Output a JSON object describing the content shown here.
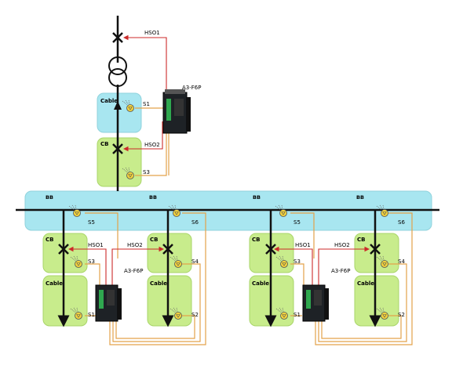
{
  "diagram": {
    "zones": {
      "cable_top": "Cable",
      "cb_top": "CB",
      "bb": "BB",
      "cb": "CB",
      "cable": "Cable"
    },
    "devices": {
      "relay_top": "A3-F6P",
      "relay_left": "A3-F6P",
      "relay_right": "A3-F6P"
    },
    "sensors": {
      "s1": "S1",
      "s2": "S2",
      "s3": "S3",
      "s4": "S4",
      "s5": "S5",
      "s6": "S6"
    },
    "outputs": {
      "hso1": "HSO1",
      "hso2": "HSO2"
    },
    "colors": {
      "cable_zone": "#a8e6f0",
      "cb_zone": "#c8ec8c",
      "bb_zone": "#a8e6f0",
      "trip_line": "#cc2a2a",
      "sensor_line": "#e3a24a",
      "sensor_icon": "#f2d23c"
    }
  }
}
